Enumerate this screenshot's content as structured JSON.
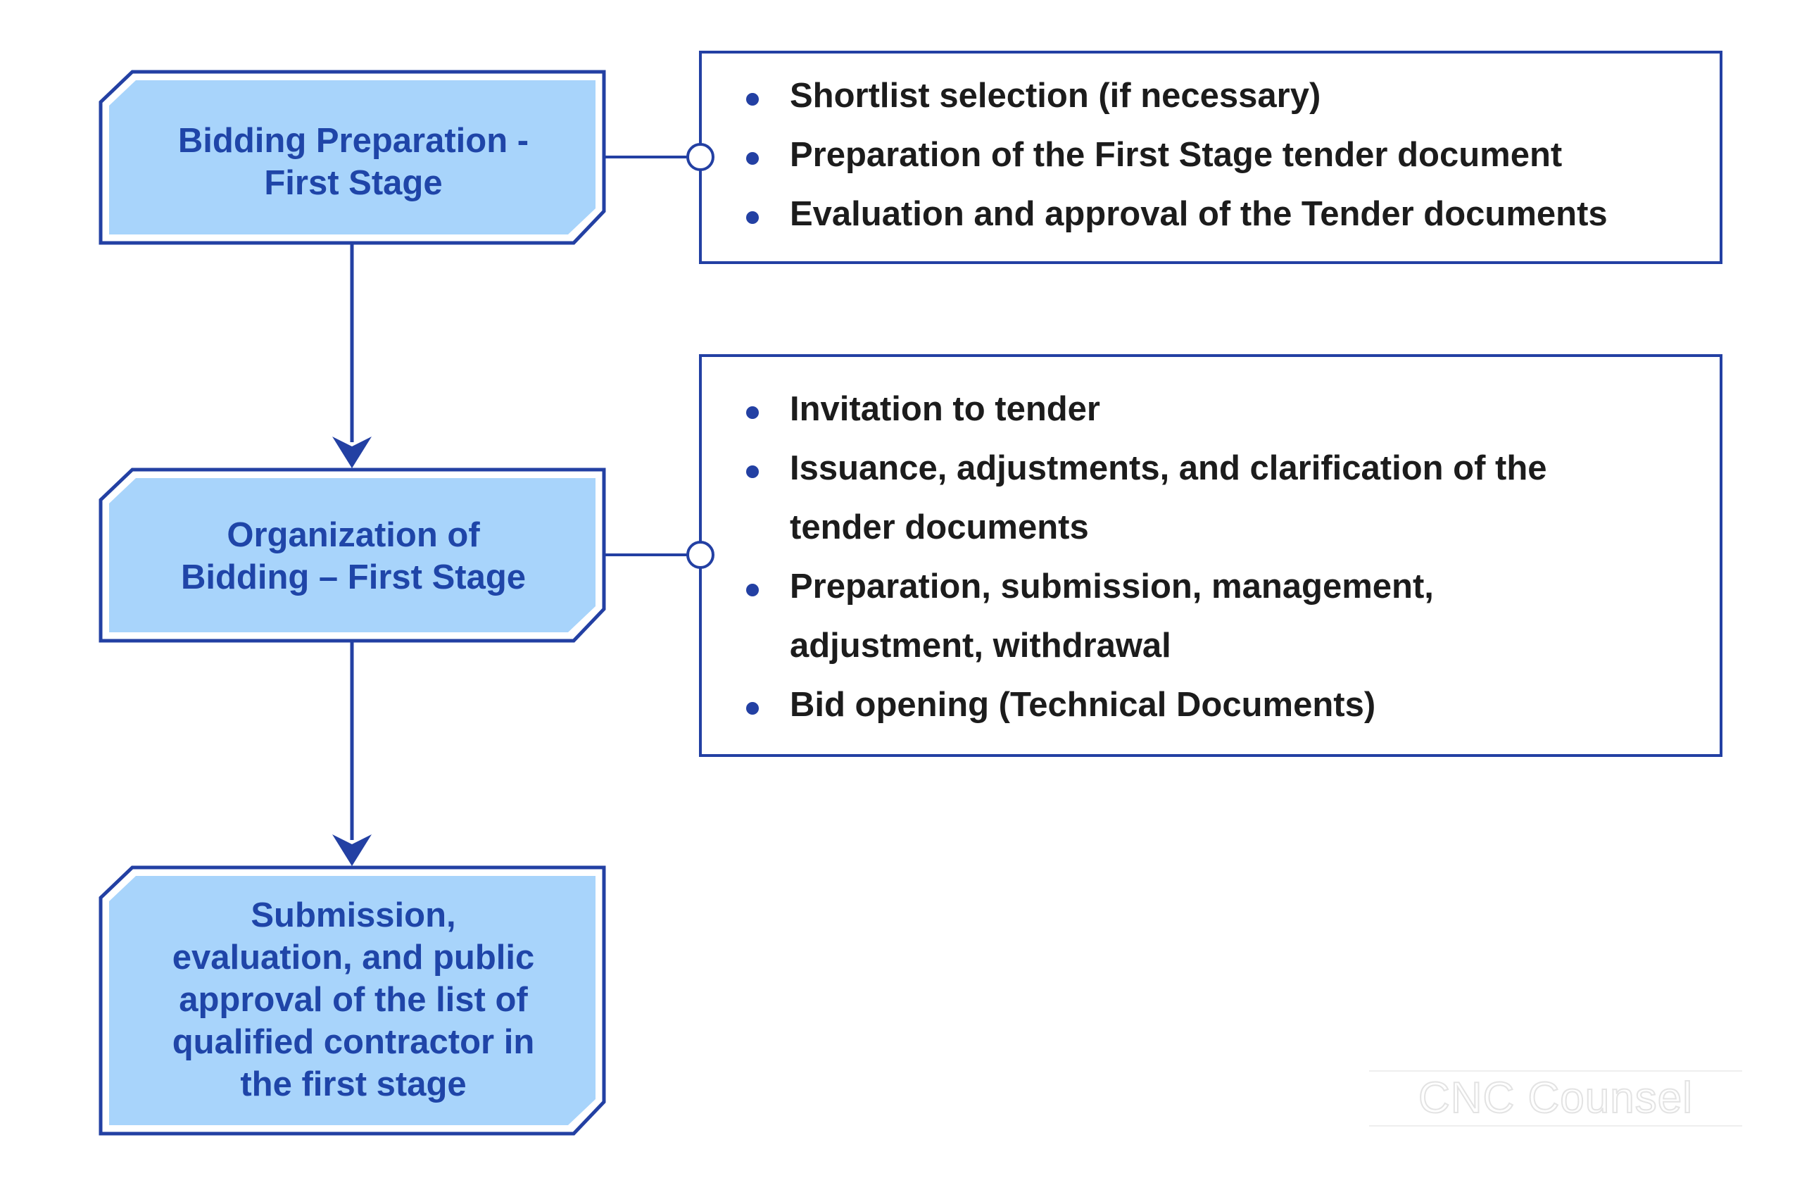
{
  "colors": {
    "stage_fill": "#a8d4fb",
    "stage_border": "#2340a3",
    "stage_text": "#1f45a8",
    "connector": "#2340a3",
    "detail_text": "#1c1c1c"
  },
  "stages": [
    {
      "label": "Bidding Preparation -\nFirst Stage"
    },
    {
      "label": "Organization of\nBidding – First Stage"
    },
    {
      "label": "Submission,\nevaluation, and public\napproval of the list of\nqualified contractor in\nthe first stage"
    }
  ],
  "details": [
    {
      "items": [
        "Shortlist selection (if necessary)",
        "Preparation of the First Stage tender document",
        "Evaluation and approval of the Tender documents"
      ]
    },
    {
      "items": [
        "Invitation to tender",
        "Issuance, adjustments, and clarification of the tender documents",
        "Preparation, submission, management, adjustment, withdrawal",
        "Bid opening (Technical Documents)"
      ]
    }
  ],
  "watermark": "CNC Counsel"
}
